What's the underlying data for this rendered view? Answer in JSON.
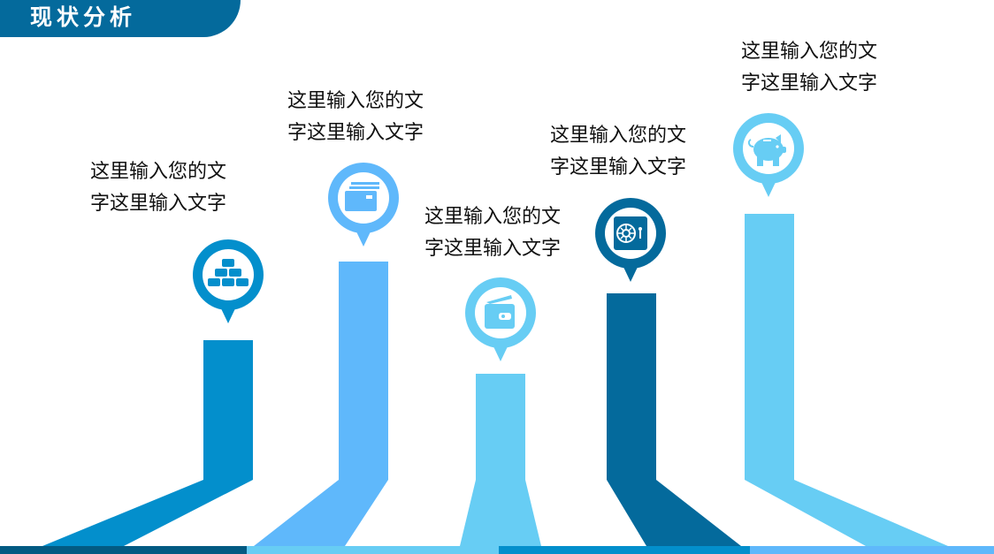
{
  "header": {
    "title": "现状分析"
  },
  "colors": {
    "title_bg": "#046a9c",
    "blue_mid": "#038fcc",
    "blue_light": "#5fb8fb",
    "blue_sky": "#67cdf4",
    "blue_dark": "#046a9c",
    "band_dark": "#035a82"
  },
  "items": [
    {
      "label_line1": "这里输入您的文",
      "label_line2": "字这里输入文字",
      "icon": "gold-bars-icon",
      "color": "#038fcc"
    },
    {
      "label_line1": "这里输入您的文",
      "label_line2": "字这里输入文字",
      "icon": "credit-cards-icon",
      "color": "#5fb8fb"
    },
    {
      "label_line1": "这里输入您的文",
      "label_line2": "字这里输入文字",
      "icon": "wallet-icon",
      "color": "#67cdf4"
    },
    {
      "label_line1": "这里输入您的文",
      "label_line2": "字这里输入文字",
      "icon": "safe-icon",
      "color": "#046a9c"
    },
    {
      "label_line1": "这里输入您的文",
      "label_line2": "字这里输入文字",
      "icon": "piggy-bank-icon",
      "color": "#67cdf4"
    }
  ]
}
